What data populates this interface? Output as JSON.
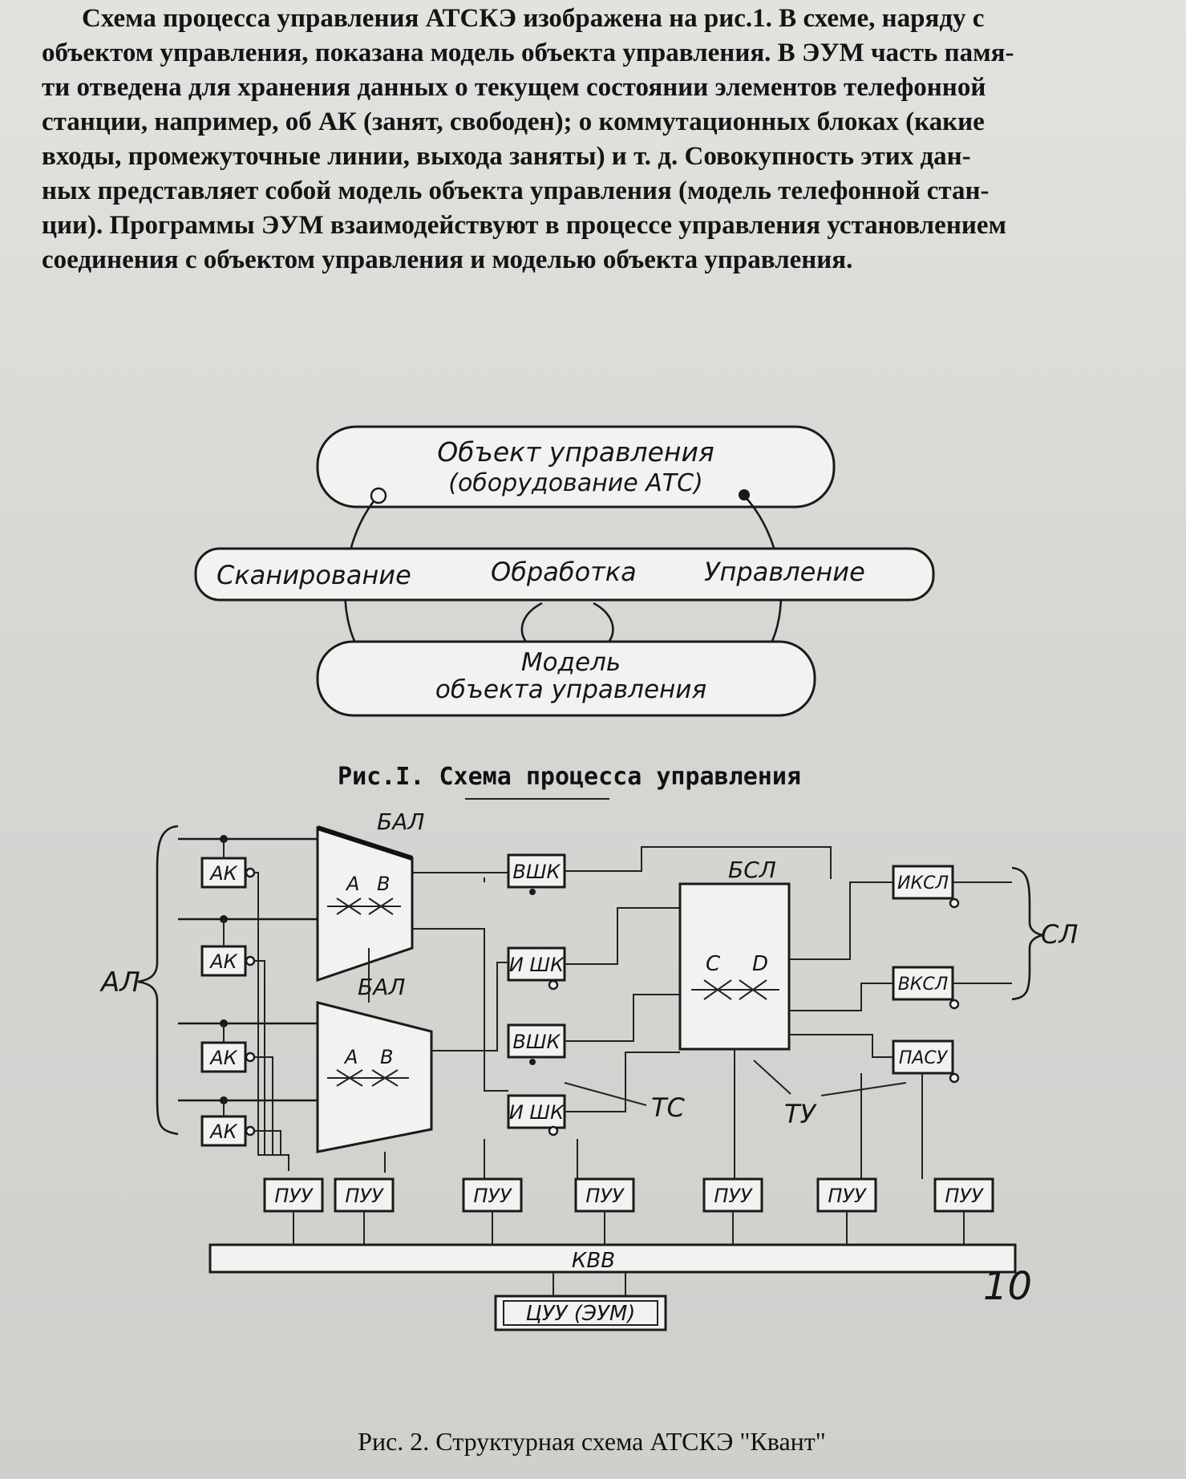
{
  "paragraph": {
    "lines": [
      "Схема процесса управления АТСКЭ изображена на  рис.1. В схеме, наряду с",
      "объектом управления, показана модель объекта управления. В ЭУМ часть памя-",
      "ти отведена для хранения данных о текущем состоянии элементов телефонной",
      "станции, например, об АК (занят, свободен); о коммутационных блоках (какие",
      "входы, промежуточные линии, выхода заняты) и т. д. Совокупность этих дан-",
      "ных представляет собой модель объекта управления (модель телефонной стан-",
      "ции). Программы ЭУМ взаимодействуют в процессе управления установлением",
      "соединения с объектом управления и моделью объекта управления."
    ]
  },
  "figure1": {
    "object_line1": "Объект управления",
    "object_line2": "(оборудование АТС)",
    "process_scan": "Сканирование",
    "process_proc": "Обработка",
    "process_ctrl": "Управление",
    "model_line1": "Модель",
    "model_line2": "объекта управления",
    "caption": "Рис.I. Схема процесса управления"
  },
  "figure2": {
    "bal_top": "БАЛ",
    "bal_bottom": "БАЛ",
    "bsl": "БСЛ",
    "ab_a": "А",
    "ab_b": "В",
    "cd_c": "С",
    "cd_d": "D",
    "ak": [
      "АК",
      "АК",
      "АК",
      "АК"
    ],
    "al": "АЛ",
    "vshk1": "ВШК",
    "ishk1": "И ШК",
    "vshk2": "ВШК",
    "ishk2": "И ШК",
    "iksl": "ИКСЛ",
    "vksl": "ВКСЛ",
    "pasu": "ПАСУ",
    "sl": "СЛ",
    "ts": "ТС",
    "tu": "ТУ",
    "puu": [
      "ПУУ",
      "ПУУ",
      "ПУУ",
      "ПУУ",
      "ПУУ",
      "ПУУ",
      "ПУУ"
    ],
    "kvv": "КВВ",
    "cuu": "ЦУУ (ЭУМ)",
    "page_number": "10",
    "caption": "Рис. 2. Структурная схема АТСКЭ \"Квант\""
  }
}
